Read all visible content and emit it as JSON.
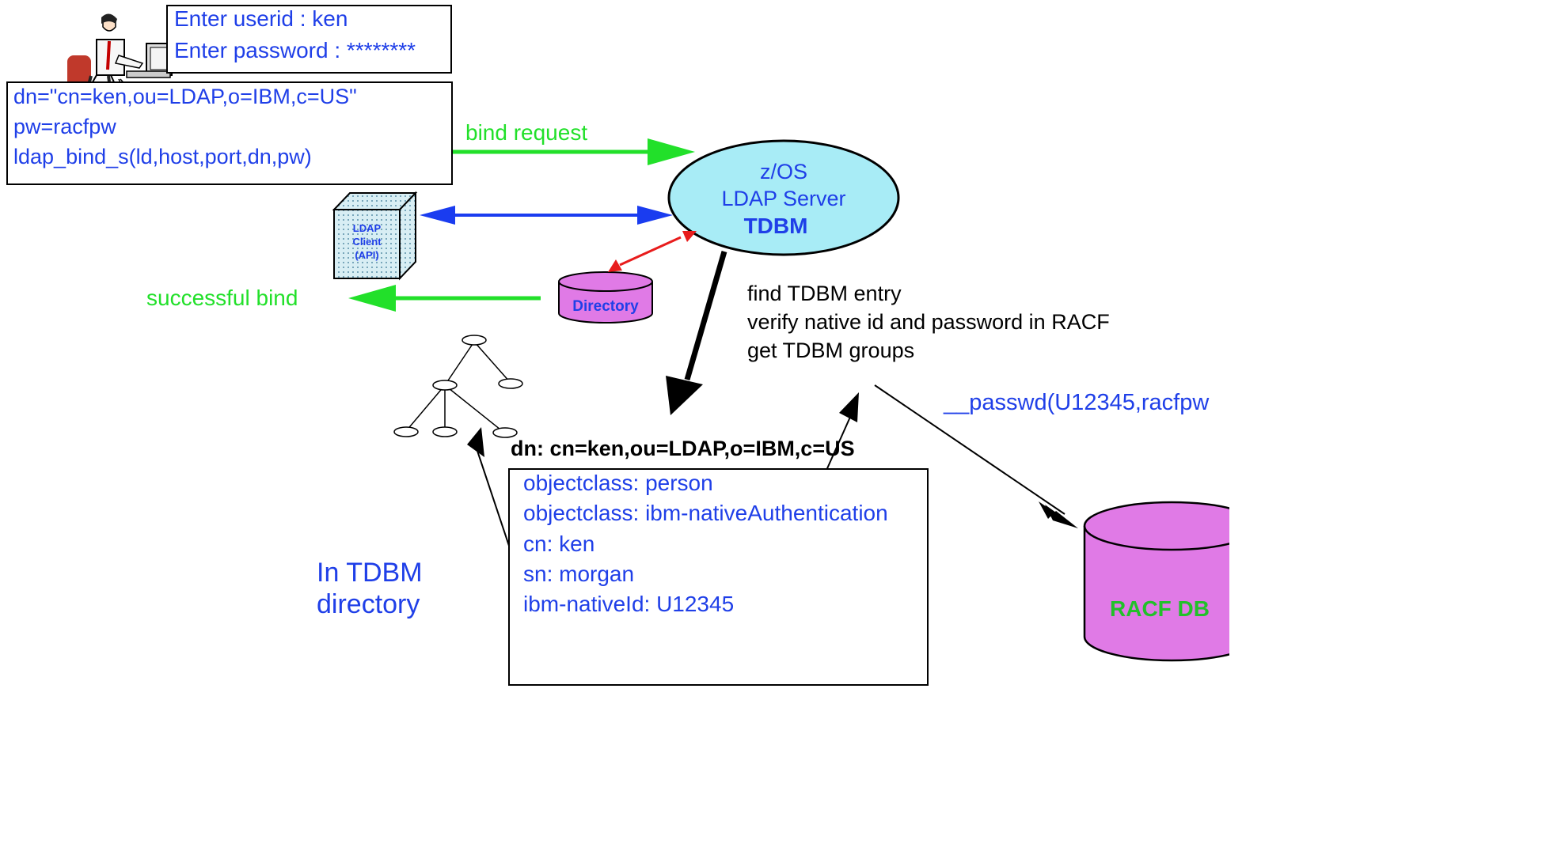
{
  "login": {
    "userid_line": "Enter userid : ken",
    "password_line": "Enter password : ********"
  },
  "code": {
    "lines": [
      "dn=\"cn=ken,ou=LDAP,o=IBM,c=US\"",
      "pw=racfpw",
      "ldap_bind_s(ld,host,port,dn,pw)"
    ]
  },
  "arrows": {
    "bind_request": "bind request",
    "successful_bind": "successful bind"
  },
  "client": {
    "line1": "LDAP",
    "line2": "Client",
    "line3": "(API)"
  },
  "server": {
    "line1": "z/OS",
    "line2": "LDAP Server",
    "line3": "TDBM"
  },
  "directory_label": "Directory",
  "steps": [
    "find TDBM entry",
    "verify native id and password in RACF",
    "get TDBM groups"
  ],
  "passwd_call": "__passwd(U12345,racfpw",
  "entry": {
    "dn": "dn: cn=ken,ou=LDAP,o=IBM,c=US",
    "attributes": [
      "objectclass: person",
      "objectclass: ibm-nativeAuthentication",
      "cn: ken",
      "sn: morgan",
      "ibm-nativeId: U12345"
    ]
  },
  "tdbm_caption": {
    "line1": "In TDBM",
    "line2": "directory"
  },
  "racf_label": "RACF DB",
  "colors": {
    "text_blue": "#1f3fe8",
    "arrow_green": "#22e02a",
    "arrow_blue": "#1a3cf0",
    "arrow_red": "#e81c1c",
    "server_fill": "#a8ecf6",
    "db_fill": "#e07ae6"
  }
}
